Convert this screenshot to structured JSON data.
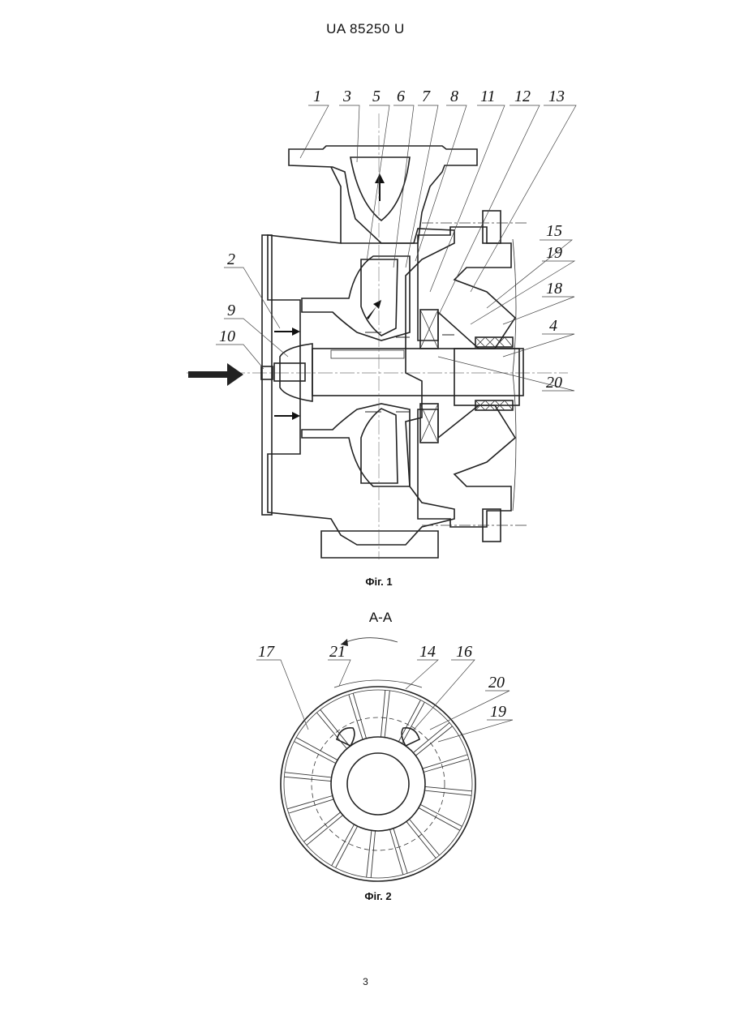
{
  "header": {
    "text": "UA   85250   U"
  },
  "figure1": {
    "caption": "Фіг. 1",
    "labels": [
      "1",
      "3",
      "5",
      "6",
      "7",
      "8",
      "11",
      "12",
      "13",
      "15",
      "19",
      "18",
      "4",
      "20",
      "2",
      "9",
      "10"
    ]
  },
  "figure2": {
    "section_title": "A-A",
    "caption": "Фіг. 2",
    "labels": [
      "17",
      "21",
      "14",
      "16",
      "20",
      "19"
    ]
  },
  "page": {
    "number": "3"
  }
}
